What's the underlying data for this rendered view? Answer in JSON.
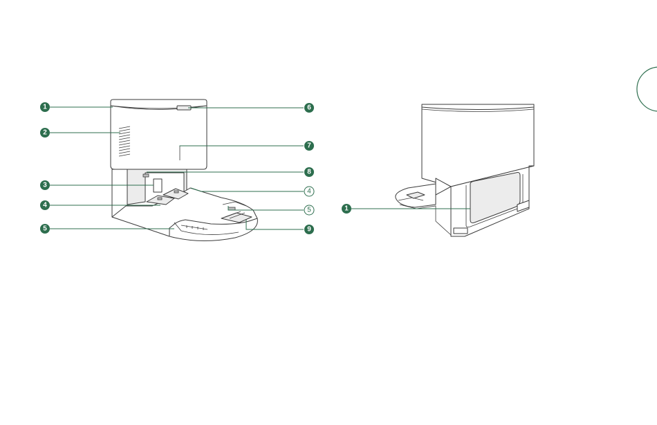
{
  "colors": {
    "accent": "#2d6e4e",
    "line": "#3a3a3a",
    "panel": "#ececec"
  },
  "front_view": {
    "callouts": [
      {
        "id": "c1",
        "label": "1",
        "style": "filled"
      },
      {
        "id": "c2",
        "label": "2",
        "style": "filled"
      },
      {
        "id": "c3",
        "label": "3",
        "style": "filled"
      },
      {
        "id": "c4",
        "label": "4",
        "style": "filled"
      },
      {
        "id": "c5",
        "label": "5",
        "style": "filled"
      },
      {
        "id": "c6",
        "label": "6",
        "style": "filled"
      },
      {
        "id": "c7",
        "label": "7",
        "style": "filled"
      },
      {
        "id": "c8",
        "label": "8",
        "style": "filled"
      },
      {
        "id": "c4b",
        "label": "4",
        "style": "outline"
      },
      {
        "id": "c5b",
        "label": "5",
        "style": "outline"
      },
      {
        "id": "c9",
        "label": "9",
        "style": "filled"
      }
    ]
  },
  "back_view": {
    "callouts": [
      {
        "id": "b1",
        "label": "1",
        "style": "filled"
      }
    ]
  }
}
